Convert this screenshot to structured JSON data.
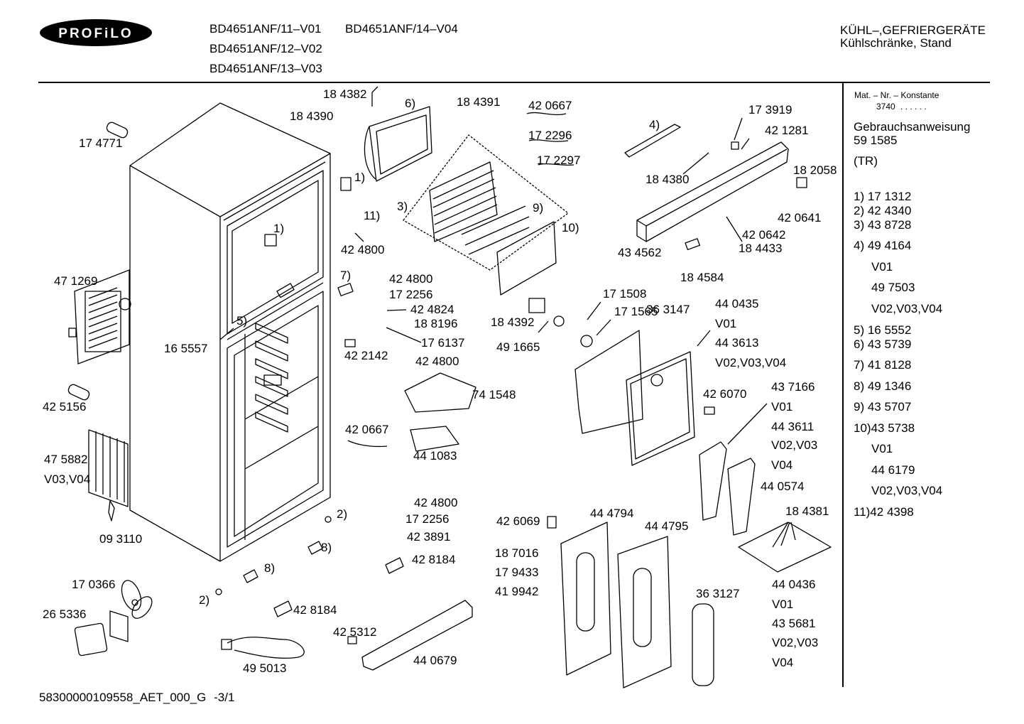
{
  "header": {
    "brand": "PROFiLO",
    "models": [
      "BD4651ANF/11–V01",
      "BD4651ANF/14–V04",
      "BD4651ANF/12–V02",
      "BD4651ANF/13–V03"
    ],
    "category_line1": "KÜHL–,GEFRIERGERÄTE",
    "category_line2": "Kühlschränke, Stand"
  },
  "sidebar": {
    "mat_title": "Mat. – Nr. – Konstante",
    "mat_value": "3740",
    "mat_dots": ". . . . . .",
    "manual_title": "Gebrauchsanweisung",
    "manual_number": "59 1585",
    "manual_lang": "(TR)",
    "legend": [
      "1)  17 1312",
      "2)  42 4340",
      "3)  43 8728",
      "4)  49 4164",
      "V01",
      "49 7503",
      "V02,V03,V04",
      "5)  16 5552",
      "6)  43 5739",
      "7)  41 8128",
      "8)  49 1346",
      "9)  43 5707",
      "10)43 5738",
      "V01",
      "44 6179",
      "V02,V03,V04",
      "11)42 4398"
    ]
  },
  "parts": [
    "18 4382",
    "18 4390",
    "6)",
    "18 4391",
    "42 0667",
    "17 2296",
    "17 2297",
    "17 4771",
    "1)",
    "11)",
    "42 4800",
    "3)",
    "9)",
    "10)",
    "1)",
    "4)",
    "17 3919",
    "42 1281",
    "18 4380",
    "18 2058",
    "42 0641",
    "42 0642",
    "18 4433",
    "43 4562",
    "18 4584",
    "47 1269",
    "7)",
    "42 4800",
    "17 2256",
    "42 4824",
    "18 8196",
    "17 6137",
    "42 2142",
    "42 4800",
    "5)",
    "16 5557",
    "18 4392",
    "49 1665",
    "17 1508",
    "17 1565",
    "36 3147",
    "44 0435",
    "V01",
    "44 3613",
    "V02,V03,V04",
    "42 5156",
    "74 1548",
    "42 0667",
    "44 1083",
    "42 6070",
    "43 7166",
    "V01",
    "44 3611",
    "V02,V03",
    "V04",
    "44 0574",
    "47 5882",
    "V03,V04",
    "09 3110",
    "42 4800",
    "17 2256",
    "42 3891",
    "42 8184",
    "2)",
    "8)",
    "42 6069",
    "44 4794",
    "44 4795",
    "18 4381",
    "18 7016",
    "17 9433",
    "41 9942",
    "8)",
    "17 0366",
    "2)",
    "42 8184",
    "26 5336",
    "36 3127",
    "44 0436",
    "V01",
    "43 5681",
    "V02,V03",
    "V04",
    "42 5312",
    "44 0679",
    "49 5013"
  ],
  "footer": {
    "doc_id": "58300000109558_AET_000_G",
    "page": "-3/1"
  }
}
